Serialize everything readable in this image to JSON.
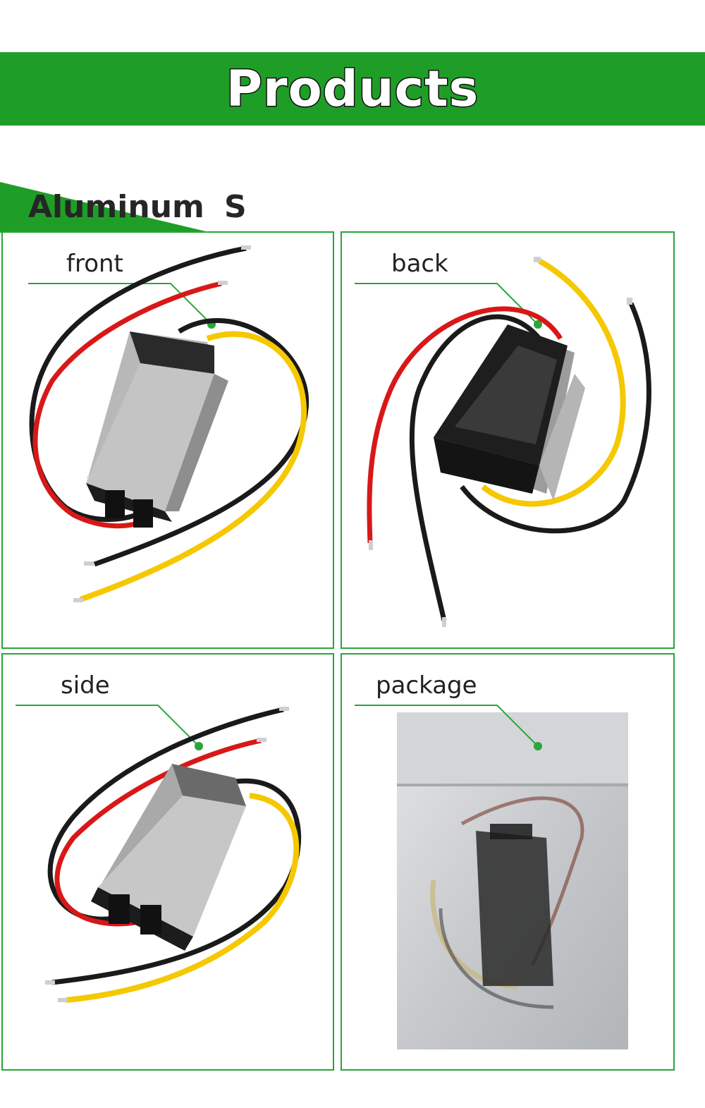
{
  "header": {
    "title": "Products",
    "subtitle_left": "Aluminum",
    "subtitle_right": "S"
  },
  "panels": [
    {
      "label": "front"
    },
    {
      "label": "back"
    },
    {
      "label": "side"
    },
    {
      "label": "package"
    }
  ],
  "colors": {
    "banner": "#1f9e27",
    "border": "#2aa63a",
    "wire_red": "#d81818",
    "wire_black": "#1a1a1a",
    "wire_yellow": "#f5c800"
  }
}
